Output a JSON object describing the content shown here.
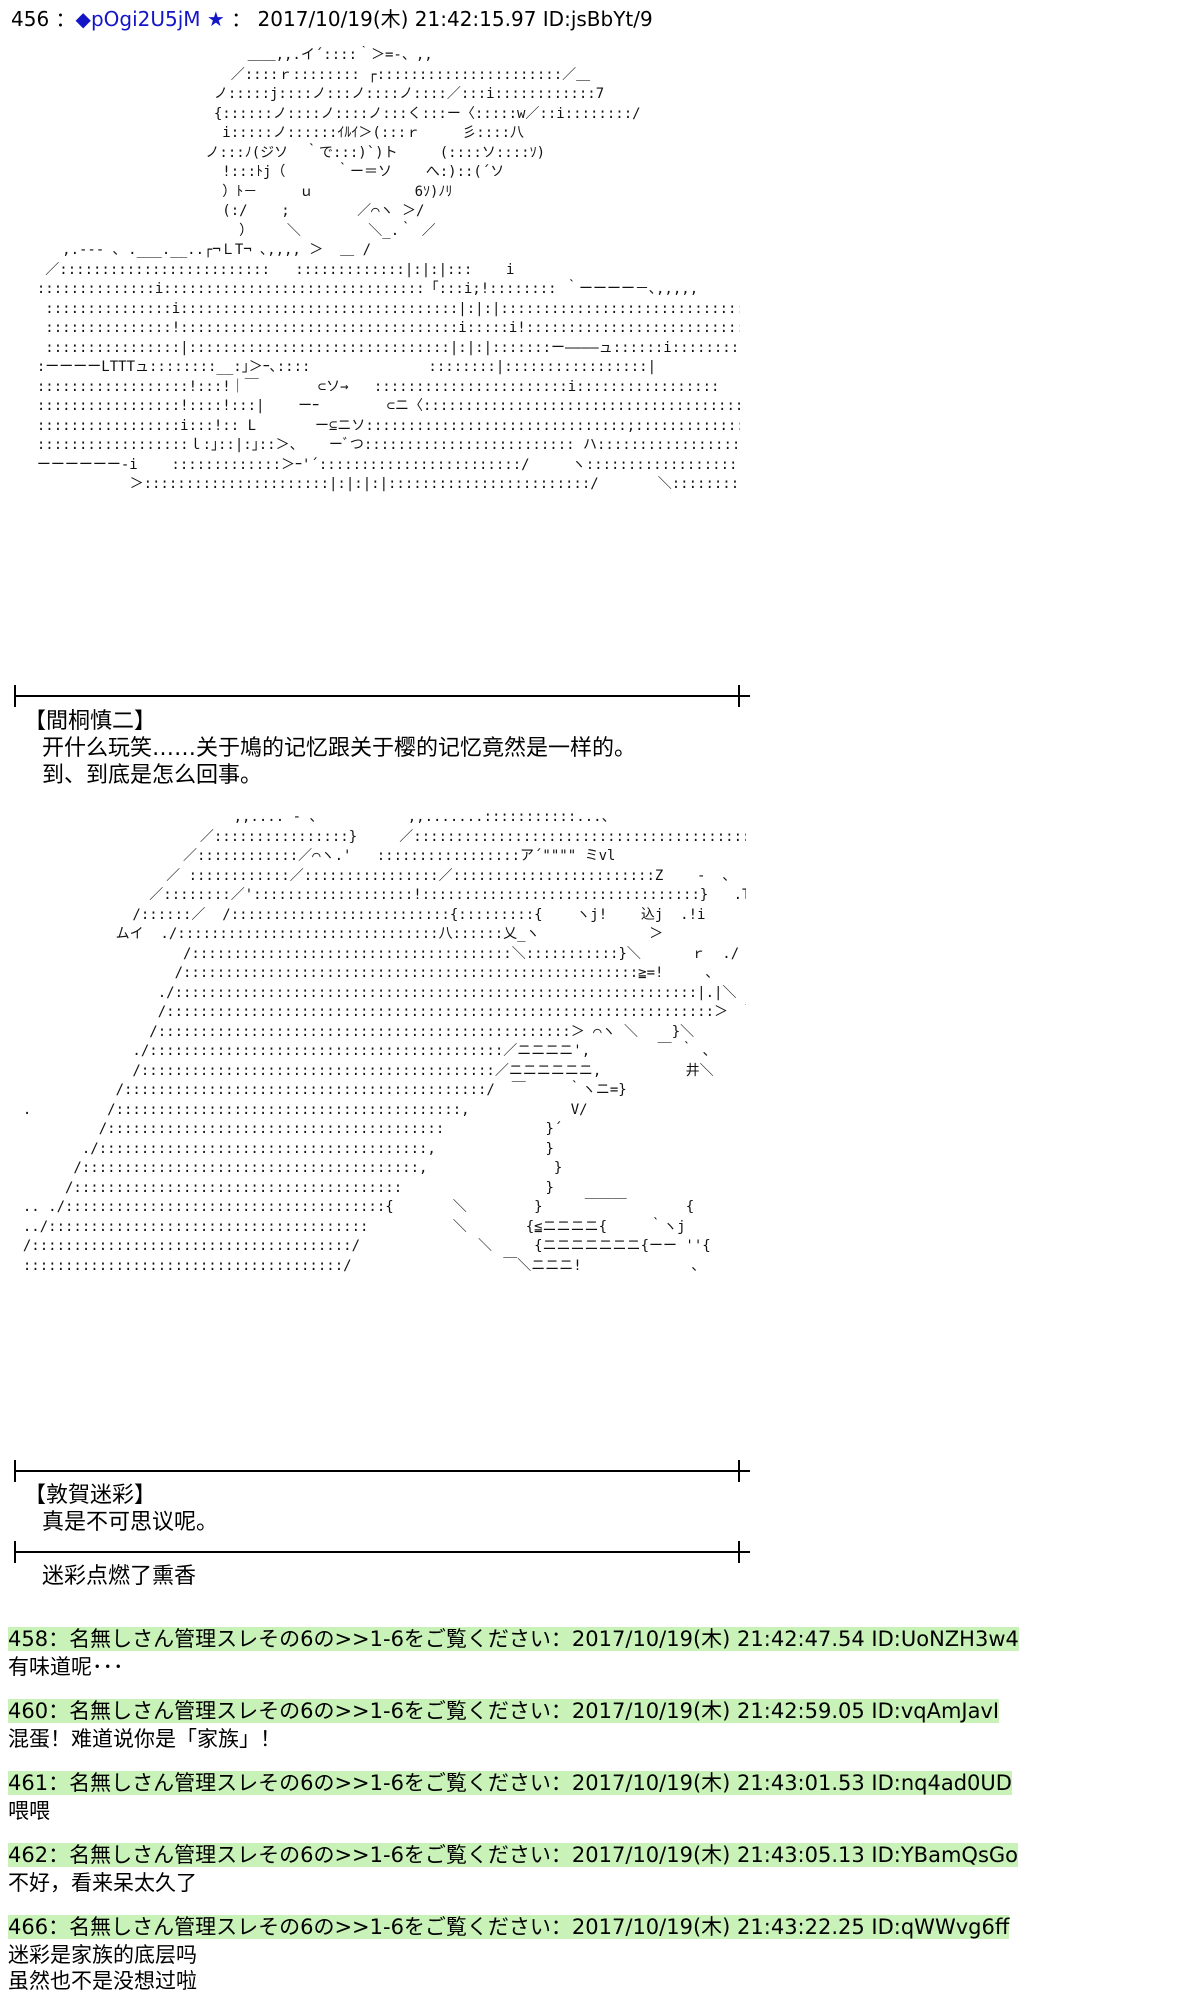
{
  "post456": {
    "number": "456",
    "sep": "：",
    "diamond": "◆",
    "trip": "pOgi2U5jM",
    "star": "★",
    "date": "2017/10/19(木) 21:42:15.97",
    "id": "ID:jsBbYt/9"
  },
  "scene1": {
    "art": "                           ＿＿,,.イ´::::｀＞=-、,,\n                         ／::::ｒ:::::::: ┌::::::::::::::::::::::／＿\n                       ノ:::::j::::ノ:::ノ::::ノ::::／:::i::::::::::::7\n                       {::::::ノ::::ノ::::ノ:::く:::ー〈:::::w／::i::::::::/\n                        i:::::ノ::::::ｲﾙｲ＞(:::ｒ     彡::::八\n                      ノ:::ﾉ(ジソ  ｀で:::)`)ト     (::::ソ::::ｿ)\n                        !:::ﾄj（      ｀ー＝ソ    へ:)::(´ソ\n                        ）ﾄ－     ｕ            6ｿ)ﾉﾘ\n                        (:/    ;        ／⌒ヽ ＞/\n                          ）    ＼        ＼_.｀ ／\n     ,.--- ､ .___.__..┌¬ＬT¬ ､,,,, ＞  ＿ /\n   ／:::::::::::::::::::::::::   :::::::::::::|:|:|:::    i\n  ::::::::::::::i:::::::::::::::::::::::::::::::「:::i;!:::::::: ｀ーーーー－､,,,,,\n   :::::::::::::::i:::::::::::::::::::::::::::::::::|:|:|::::::::::::::::::::::::::::::::::::::::ヽ\n   :::::::::::::::!:::::::::::::::::::::::::::::::::i:::::i!:::::::::::::::::::::::::::::::i::::::::::,\n   ::::::::::::::::|:::::::::::::::::::::::::::::::|:|:|:::::::ー――――ュ::::::i::::::::::::::::L\n  :ーーーーLTTTュ::::::::__:｣＞ｰ､::::              ::::::::|:::::::::::::::::|\n  ::::::::::::::::::!:::!｜￣       ⊂ソ→   :::::::::::::::::::::::i:::::::::::::::::  ヽ\n  :::::::::::::::::!::::!:::|    ーｰ        ⊂ニ〈::::::::::::::::::::::::::::::::::::::::::::::::::::  ＼\n  :::::::::::::::::i:::!:: L       ー⊆ニソ:::::::::::::::::::::::::::::::;::::::::::::::::::::::::::::::   ＼\n  ::::::::::::::::::ｌ:｣::|:｣::＞、   ーﾞつ::::::::::::::::::::::::: ハ::::::::::::::::::::::::::::::::::i\n  ーーーーーー-i    :::::::::::::＞ｰ'´::::::::::::::::::::::::/     ヽ:::::::::::::::::::::::::::::::L\n             ＞::::::::::::::::::::::|:|:|:|::::::::::::::::::::::::/       ＼::::::::::::::::::::::::::::  ヽ"
  },
  "scene1_dialogue": {
    "speaker": "【間桐慎二】",
    "line1": "开什么玩笑……关于鳩的记忆跟关于樱的记忆竟然是一样的。",
    "line2": "到、到底是怎么回事。"
  },
  "scene2": {
    "art": "                           ,,.... ‐ 、          ,,.......:::::::::::...、\n                       ／::::::::::::::::}     ／:::::::::::::::::::::::::::::::::::::::::::::::',\n                     ／::::::::::::／⌒ヽ.'   :::::::::::::::::ア´\"\"\"\" ミvl\n                   ／ ::::::::::::／::::::::::::::::／::::::::::::::::::::::::Z    -  、  }i\n                 ／::::::::／':::::::::::::::::::!:::::::::::::::::::::::::::::::::}   .T iうミ  !i\n               /::::::／  /::::::::::::::::::::::::::{:::::::::{    ヽj!    込j  .!i\n             ムイ  ./:::::::::::::::::::::::::::::::八::::::乂_ヽ             ＞\n                     /::::::::::::::::::::::::::::::::::::::＼:::::::::::}＼      ｒ  ./\n                    /::::::::::::::::::::::::::::::::::::::::::::::::::::::≧=!     ､     -､.:|\n                  ./::::::::::::::::::::::::::::::::::::::::::::::::::::::::::::::|.|＼    f\"\"\"\"¦::,\n                  /:::::::::::::::::::::::::::::::::::::::::::::::::::::::::::::::::＞  ＼   ､{    !/\n                 /:::::::::::::::::::::::::::::::::::::::::::::::::＞ ⌒ヽ ＼    }＼\n               ./::::::::::::::::::::::::::::::::::::::::::／ニニニニ',        ￣ ｀ 、\n               /::::::::::::::::::::::::::::::::::::::::::／ニニニニニニ,          井＼\n             /:::::::::::::::::::::::::::::::::::::::::::/  ￣     ｀ヽニ=}                  、\n  .         /:::::::::::::::::::::::::::::::::::::::::,            V/                        ､\n           /::::::::::::::::::::::::::::::::::::::::            }´                          }\n         ./:::::::::::::::::::::::::::::::::::::::,             }                          /\n        /::::::::::::::::::::::::::::::::::::::::,               }                         /\n       /:::::::::::::::::::::::::::::::::::::::                 }                         {\n  .. ./::::::::::::::::::::::::::::::::::::::{       ＼        }     ￣￣￣       {\n  ../::::::::::::::::::::::::::::::::::::::          ＼       {≦ニニニニ{     ｀ヽj\n  /::::::::::::::::::::::::::::::::::::::/              ＼     {ニニニニニニニ{ーー ''{\n  ::::::::::::::::::::::::::::::::::::::/                  ￣＼ニニニ!             、"
  },
  "scene2_dialogue": {
    "speaker": "【敦賀迷彩】",
    "line1": "真是不可思议呢。"
  },
  "narration": {
    "line1": "迷彩点燃了熏香"
  },
  "replies": [
    {
      "header": "458：名無しさん管理スレその6の>>1-6をご覧ください：2017/10/19(木) 21:42:47.54 ID:UoNZH3w4",
      "body": [
        "有味道呢･･･"
      ]
    },
    {
      "header": "460：名無しさん管理スレその6の>>1-6をご覧ください：2017/10/19(木) 21:42:59.05 ID:vqAmJavI",
      "body": [
        "混蛋！难道说你是「家族」！"
      ]
    },
    {
      "header": "461：名無しさん管理スレその6の>>1-6をご覧ください：2017/10/19(木) 21:43:01.53 ID:nq4ad0UD",
      "body": [
        "喂喂"
      ]
    },
    {
      "header": "462：名無しさん管理スレその6の>>1-6をご覧ください：2017/10/19(木) 21:43:05.13 ID:YBamQsGo",
      "body": [
        "不好，看来呆太久了"
      ]
    },
    {
      "header": "466：名無しさん管理スレその6の>>1-6をご覧ください：2017/10/19(木) 21:43:22.25 ID:qWWvg6ff",
      "body": [
        "迷彩是家族的底层吗",
        "虽然也不是没想过啦"
      ]
    }
  ]
}
